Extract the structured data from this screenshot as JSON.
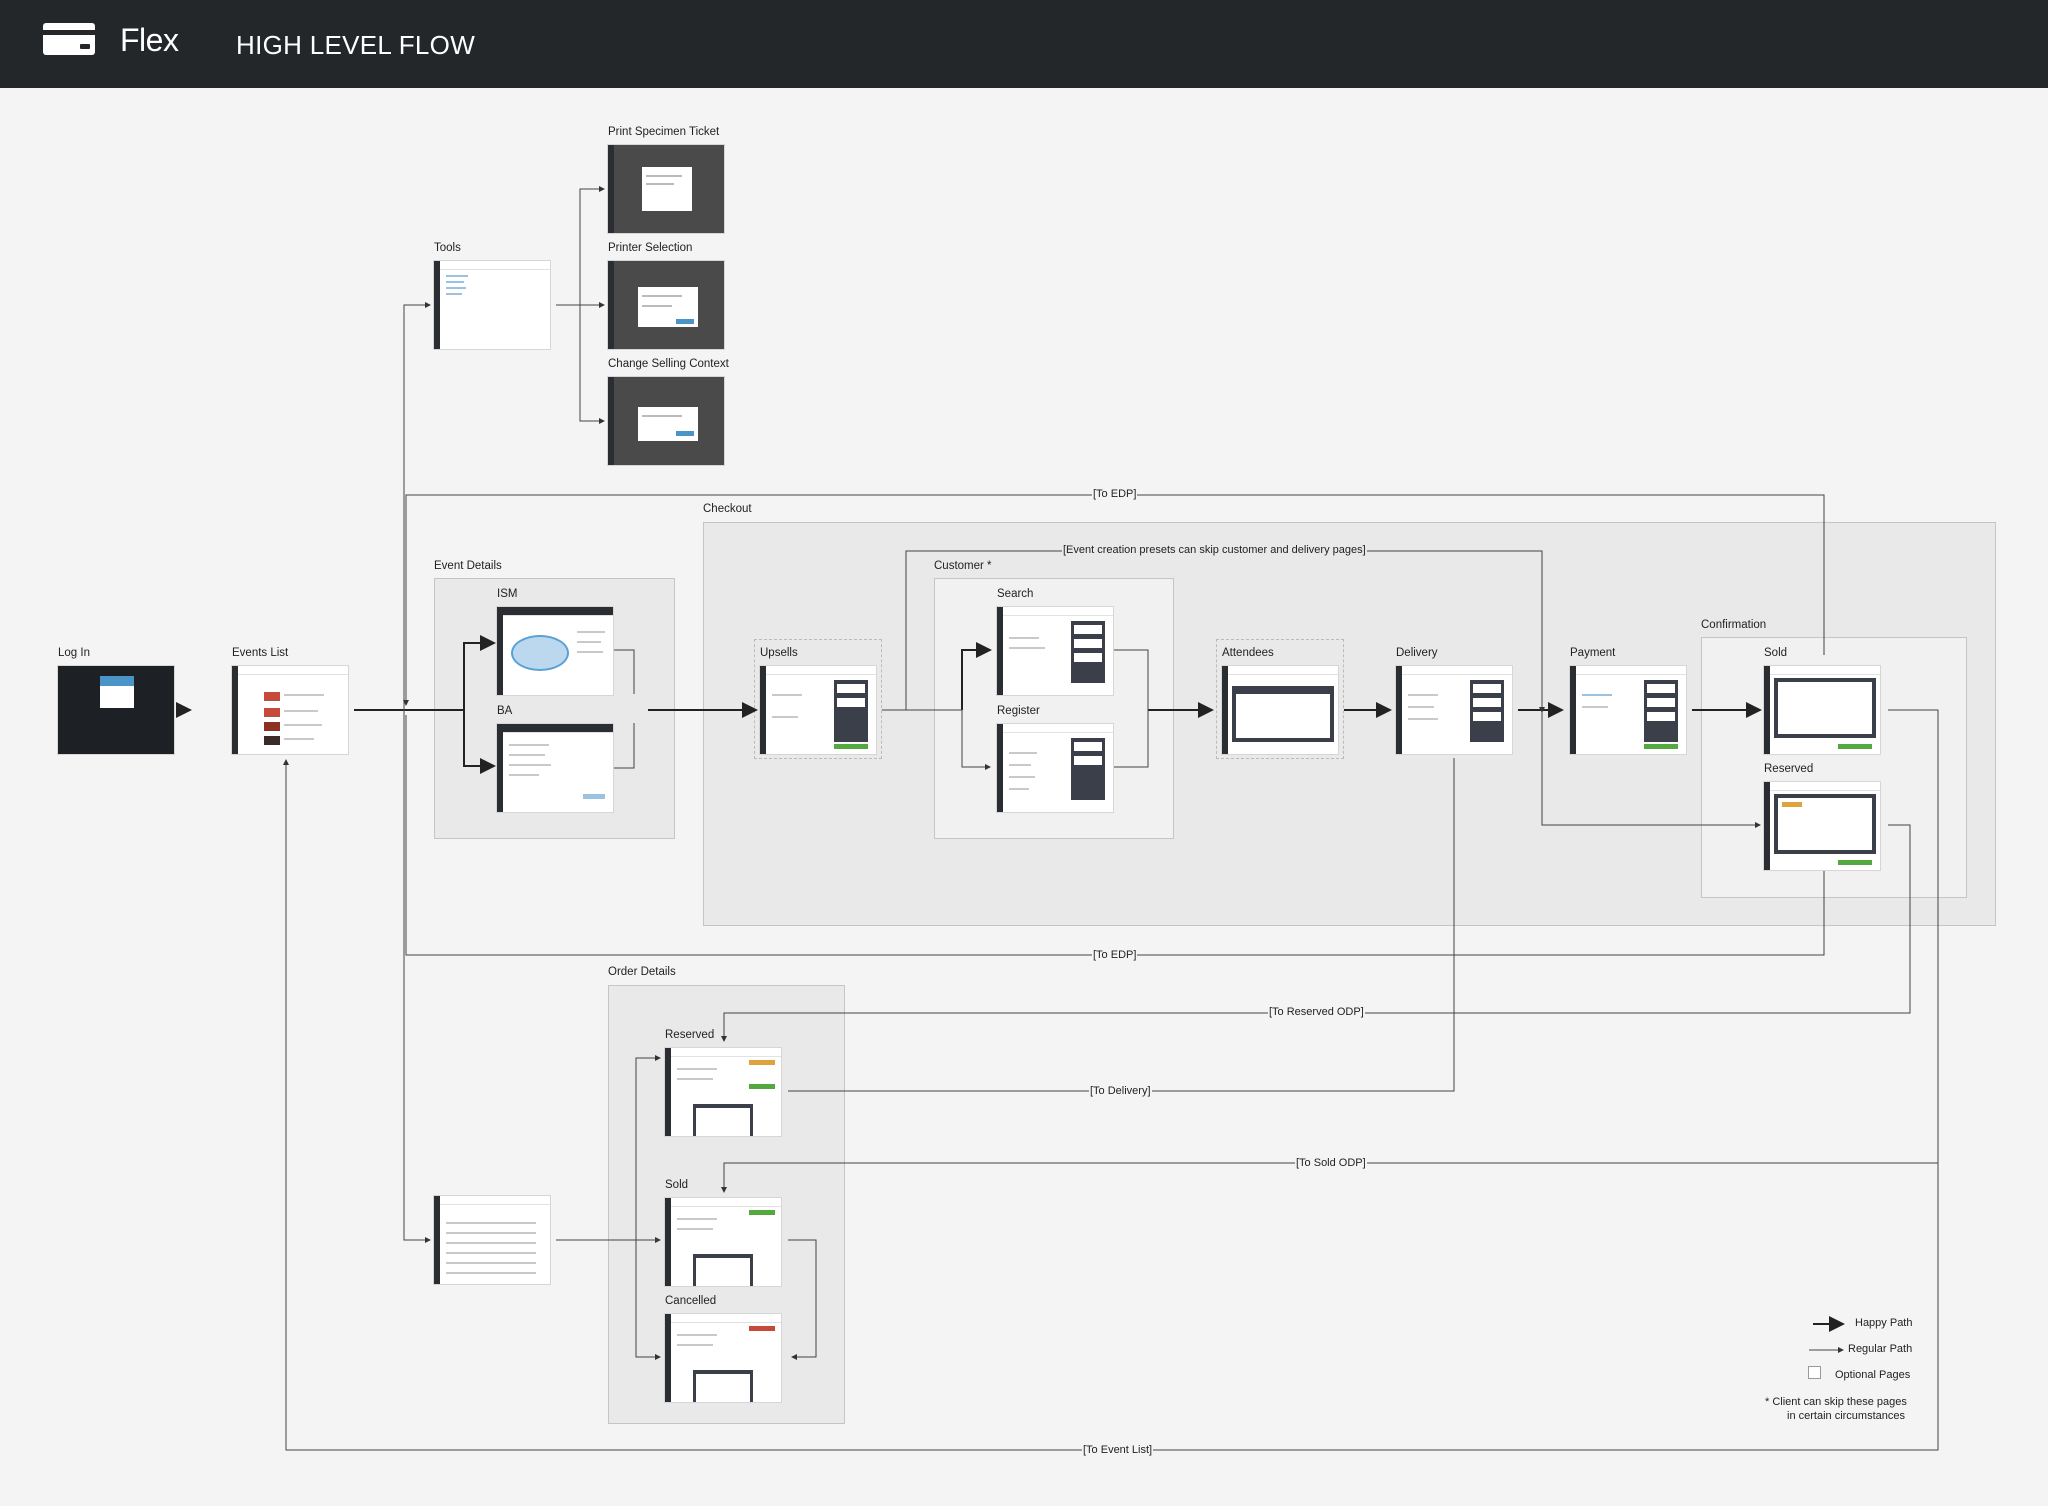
{
  "header": {
    "brand": "Flex",
    "title": "HIGH LEVEL FLOW"
  },
  "nodes": {
    "login": "Log In",
    "events_list": "Events List",
    "tools": "Tools",
    "print_specimen": "Print Specimen Ticket",
    "printer_selection": "Printer Selection",
    "change_selling_context": "Change Selling Context",
    "event_details": "Event Details",
    "ism": "ISM",
    "ba": "BA",
    "checkout": "Checkout",
    "upsells": "Upsells",
    "customer": "Customer *",
    "search": "Search",
    "register": "Register",
    "attendees": "Attendees",
    "delivery": "Delivery",
    "payment": "Payment",
    "confirmation": "Confirmation",
    "conf_sold": "Sold",
    "conf_reserved": "Reserved",
    "order_details": "Order Details",
    "od_reserved": "Reserved",
    "od_sold": "Sold",
    "od_cancelled": "Cancelled"
  },
  "edge_labels": {
    "to_edp_top": "[To EDP]",
    "to_edp_bottom": "[To EDP]",
    "presets_skip": "[Event creation presets can skip customer and delivery pages]",
    "to_reserved_odp": "[To Reserved ODP]",
    "to_delivery": "[To Delivery]",
    "to_sold_odp": "[To Sold ODP]",
    "to_event_list": "[To Event List]"
  },
  "legend": {
    "happy_path": "Happy Path",
    "regular_path": "Regular Path",
    "optional_pages": "Optional Pages",
    "footnote_line1": "* Client can skip these pages",
    "footnote_line2": "in certain circumstances"
  },
  "colors": {
    "header_bg": "#24272a",
    "canvas_bg": "#f4f4f4",
    "group_bg": "#e8e9e8",
    "accent_green": "#53a83f",
    "sidebar_dark": "#2a2d31"
  }
}
